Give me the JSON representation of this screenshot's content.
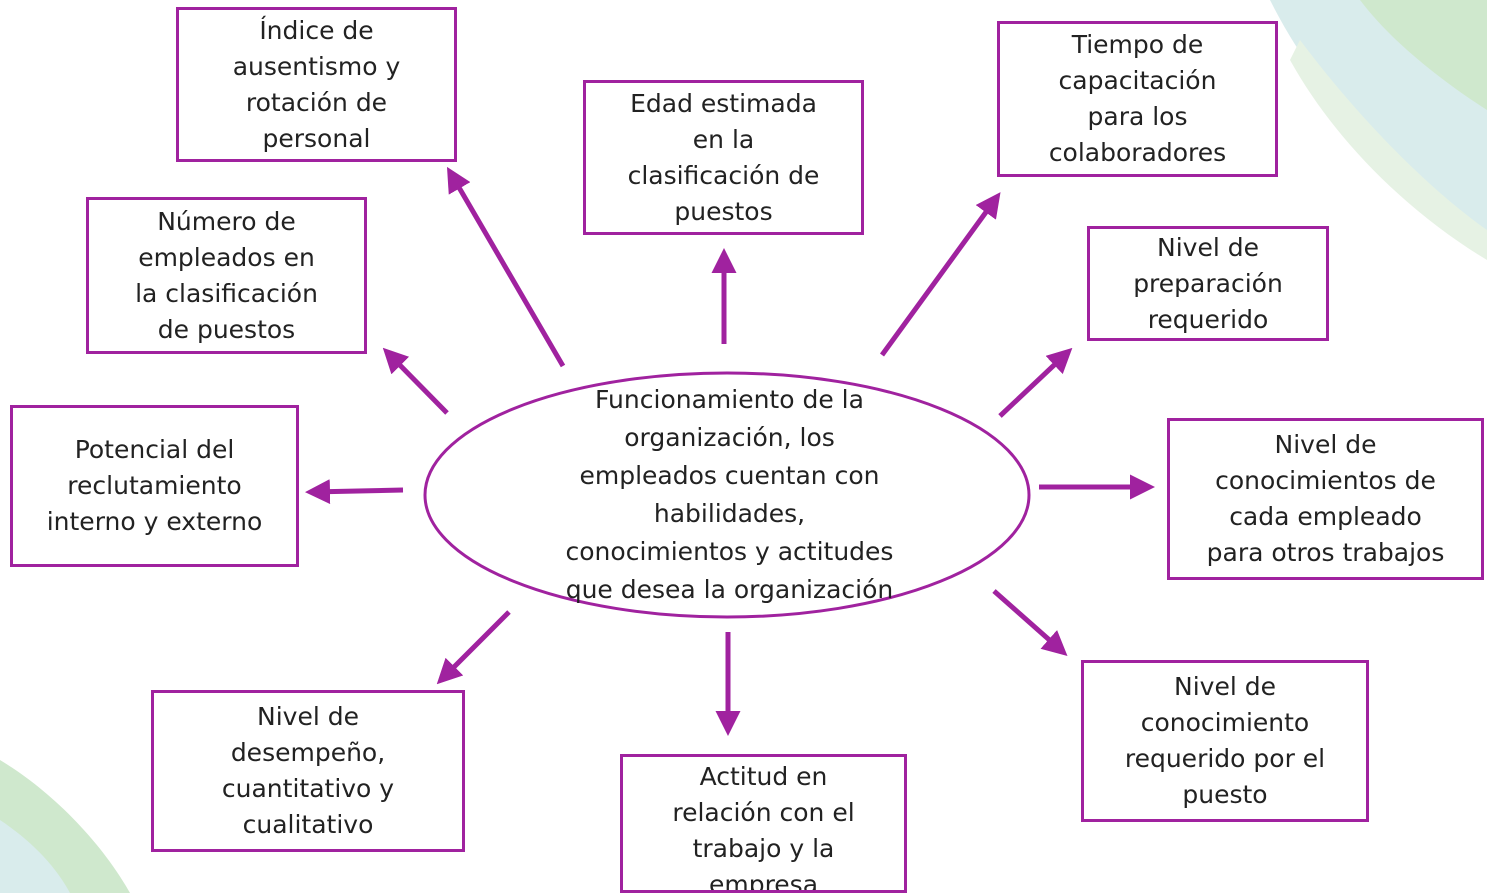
{
  "diagram": {
    "center": "Funcionamiento de la\norganización, los\nempleados cuentan con\nhabilidades,\nconocimientos y actitudes\nque desea la organización",
    "nodes": {
      "ausentismo": "Índice de\nausentismo y\nrotación de\npersonal",
      "edad": "Edad estimada\nen la\nclasificación de\npuestos",
      "capacitacion": "Tiempo de\ncapacitación\npara los\ncolaboradores",
      "numero_empleados": "Número de\nempleados en\nla clasificación\nde puestos",
      "preparacion": "Nivel de\npreparación\nrequerido",
      "reclutamiento": "Potencial del\nreclutamiento\ninterno y externo",
      "conocimientos_otros": "Nivel de\nconocimientos de\ncada empleado\npara otros trabajos",
      "desempeno": "Nivel de\ndesempeño,\ncuantitativo y\ncualitativo",
      "actitud": "Actitud en\nrelación con el\ntrabajo y la\nempresa",
      "conocimiento_puesto": "Nivel de\nconocimiento\nrequerido por el\npuesto"
    },
    "colors": {
      "accent": "#a0229f",
      "decor_green": "#c9e6c4",
      "decor_teal": "#d3e9ea"
    }
  }
}
